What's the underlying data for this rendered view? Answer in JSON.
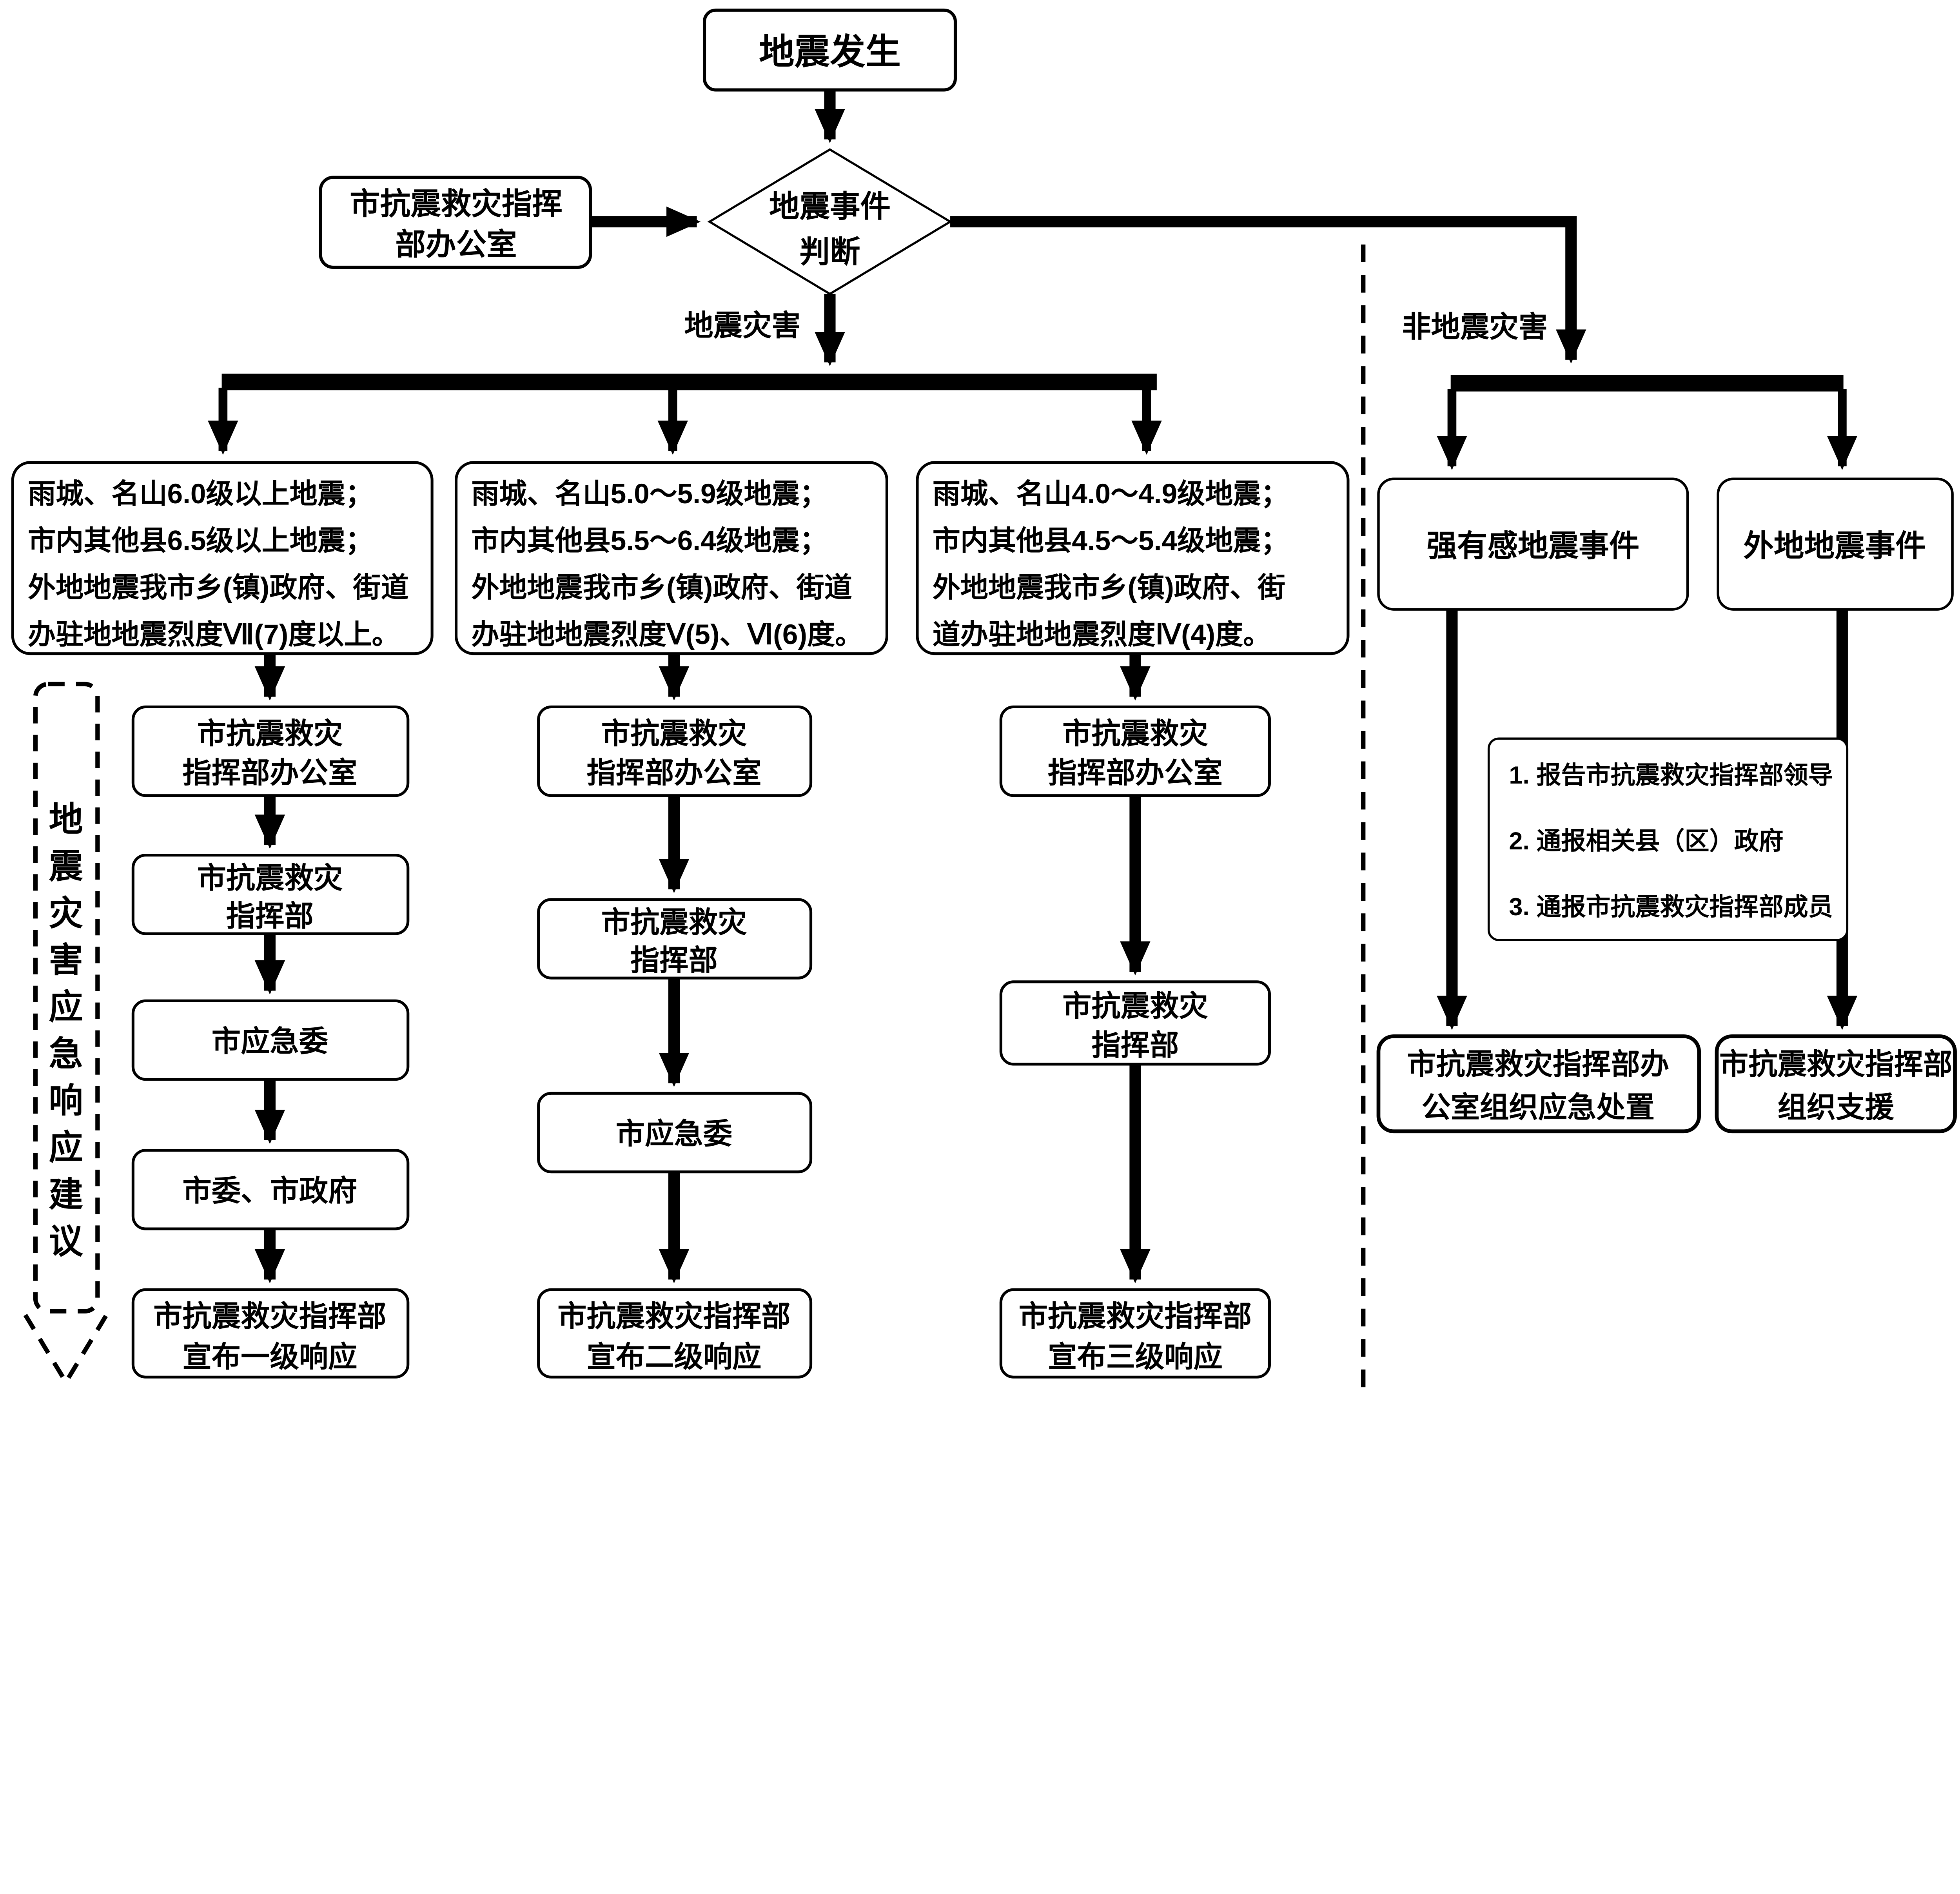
{
  "colors": {
    "ink": "#000000",
    "paper": "#ffffff"
  },
  "flow": {
    "start": "地震发生",
    "office": {
      "lines": [
        "市抗震救灾指挥",
        "部办公室"
      ]
    },
    "decision": {
      "lines": [
        "地震事件",
        "判断"
      ]
    },
    "branch_labels": {
      "quake": "地震灾害",
      "non_quake": "非地震灾害"
    }
  },
  "quake_branch": {
    "side_note": {
      "text": "地震灾害应急响应建议",
      "chars": [
        "地",
        "震",
        "灾",
        "害",
        "应",
        "急",
        "响",
        "应",
        "建",
        "议"
      ]
    },
    "columns": [
      {
        "condition": {
          "lines": [
            "雨城、名山6.0级以上地震；",
            "市内其他县6.5级以上地震；",
            "外地地震我市乡(镇)政府、街道",
            "办驻地地震烈度Ⅶ(7)度以上。"
          ]
        },
        "steps": [
          {
            "lines": [
              "市抗震救灾",
              "指挥部办公室"
            ]
          },
          {
            "lines": [
              "市抗震救灾",
              "指挥部"
            ]
          },
          {
            "lines": [
              "市应急委"
            ]
          },
          {
            "lines": [
              "市委、市政府"
            ]
          },
          {
            "lines": [
              "市抗震救灾指挥部",
              "宣布一级响应"
            ]
          }
        ]
      },
      {
        "condition": {
          "lines": [
            "雨城、名山5.0～5.9级地震；",
            "市内其他县5.5～6.4级地震；",
            "外地地震我市乡(镇)政府、街道",
            "办驻地地震烈度Ⅴ(5)、Ⅵ(6)度。"
          ]
        },
        "steps": [
          {
            "lines": [
              "市抗震救灾",
              "指挥部办公室"
            ]
          },
          {
            "lines": [
              "市抗震救灾",
              "指挥部"
            ]
          },
          {
            "lines": [
              "市应急委"
            ]
          },
          {
            "lines": [
              "市抗震救灾指挥部",
              "宣布二级响应"
            ]
          }
        ]
      },
      {
        "condition": {
          "lines": [
            "雨城、名山4.0～4.9级地震；",
            "市内其他县4.5～5.4级地震；",
            "外地地震我市乡(镇)政府、街",
            "道办驻地地震烈度Ⅳ(4)度。"
          ]
        },
        "steps": [
          {
            "lines": [
              "市抗震救灾",
              "指挥部办公室"
            ]
          },
          {
            "lines": [
              "市抗震救灾",
              "指挥部"
            ]
          },
          {
            "lines": [
              "市抗震救灾指挥部",
              "宣布三级响应"
            ]
          }
        ]
      }
    ]
  },
  "non_quake_branch": {
    "events": [
      {
        "label": "强有感地震事件"
      },
      {
        "label": "外地地震事件"
      }
    ],
    "notes": {
      "lines": [
        "1. 报告市抗震救灾指挥部领导",
        "2. 通报相关县（区）政府",
        "3. 通报市抗震救灾指挥部成员"
      ]
    },
    "outcomes": [
      {
        "lines": [
          "市抗震救灾指挥部办",
          "公室组织应急处置"
        ]
      },
      {
        "lines": [
          "市抗震救灾指挥部",
          "组织支援"
        ]
      }
    ]
  }
}
